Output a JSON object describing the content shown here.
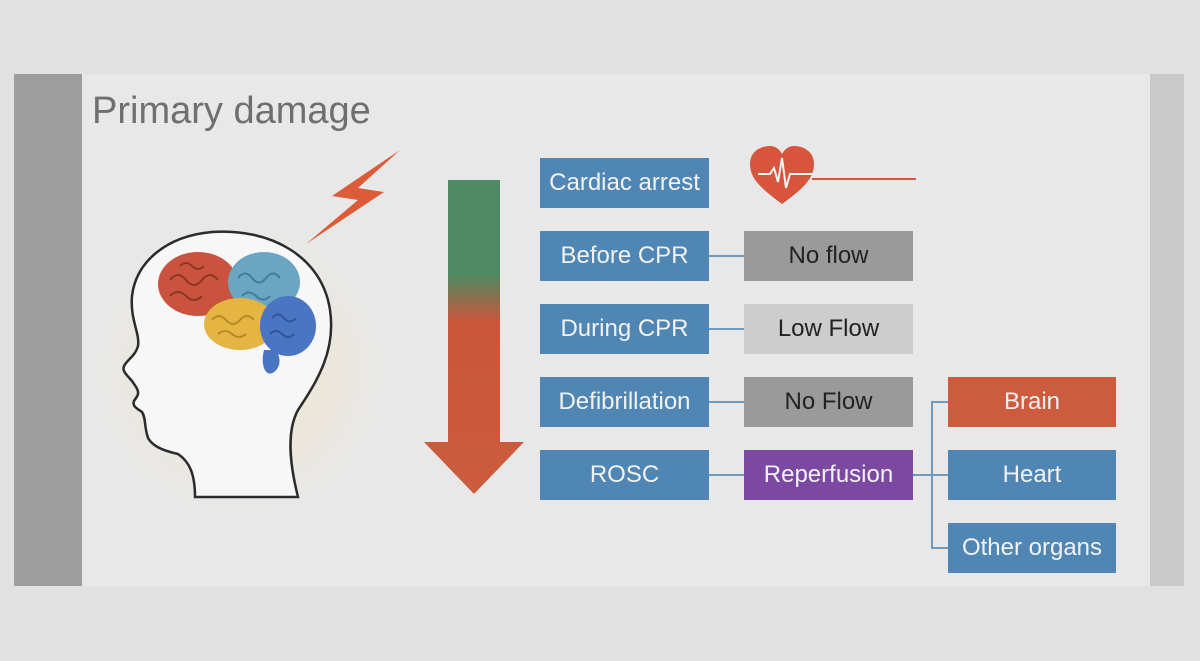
{
  "title": "Primary damage",
  "stages": [
    {
      "label": "Cardiac arrest"
    },
    {
      "label": "Before CPR",
      "flow": "No flow"
    },
    {
      "label": "During CPR",
      "flow": "Low Flow"
    },
    {
      "label": "Defibrillation",
      "flow": "No Flow"
    },
    {
      "label": "ROSC",
      "flow": "Reperfusion"
    }
  ],
  "organs": [
    "Brain",
    "Heart",
    "Other organs"
  ],
  "colors": {
    "stage_box": "#4f86b4",
    "no_flow": "#9a9a9a",
    "low_flow": "#cdcdcd",
    "reperfusion": "#7b48a2",
    "brain": "#cd5b3d",
    "arrow_top": "#4e8a63",
    "arrow_bottom": "#cd5b3d"
  },
  "icons": [
    "head-brain-icon",
    "lightning-icon",
    "heart-ecg-icon",
    "down-arrow-icon"
  ]
}
